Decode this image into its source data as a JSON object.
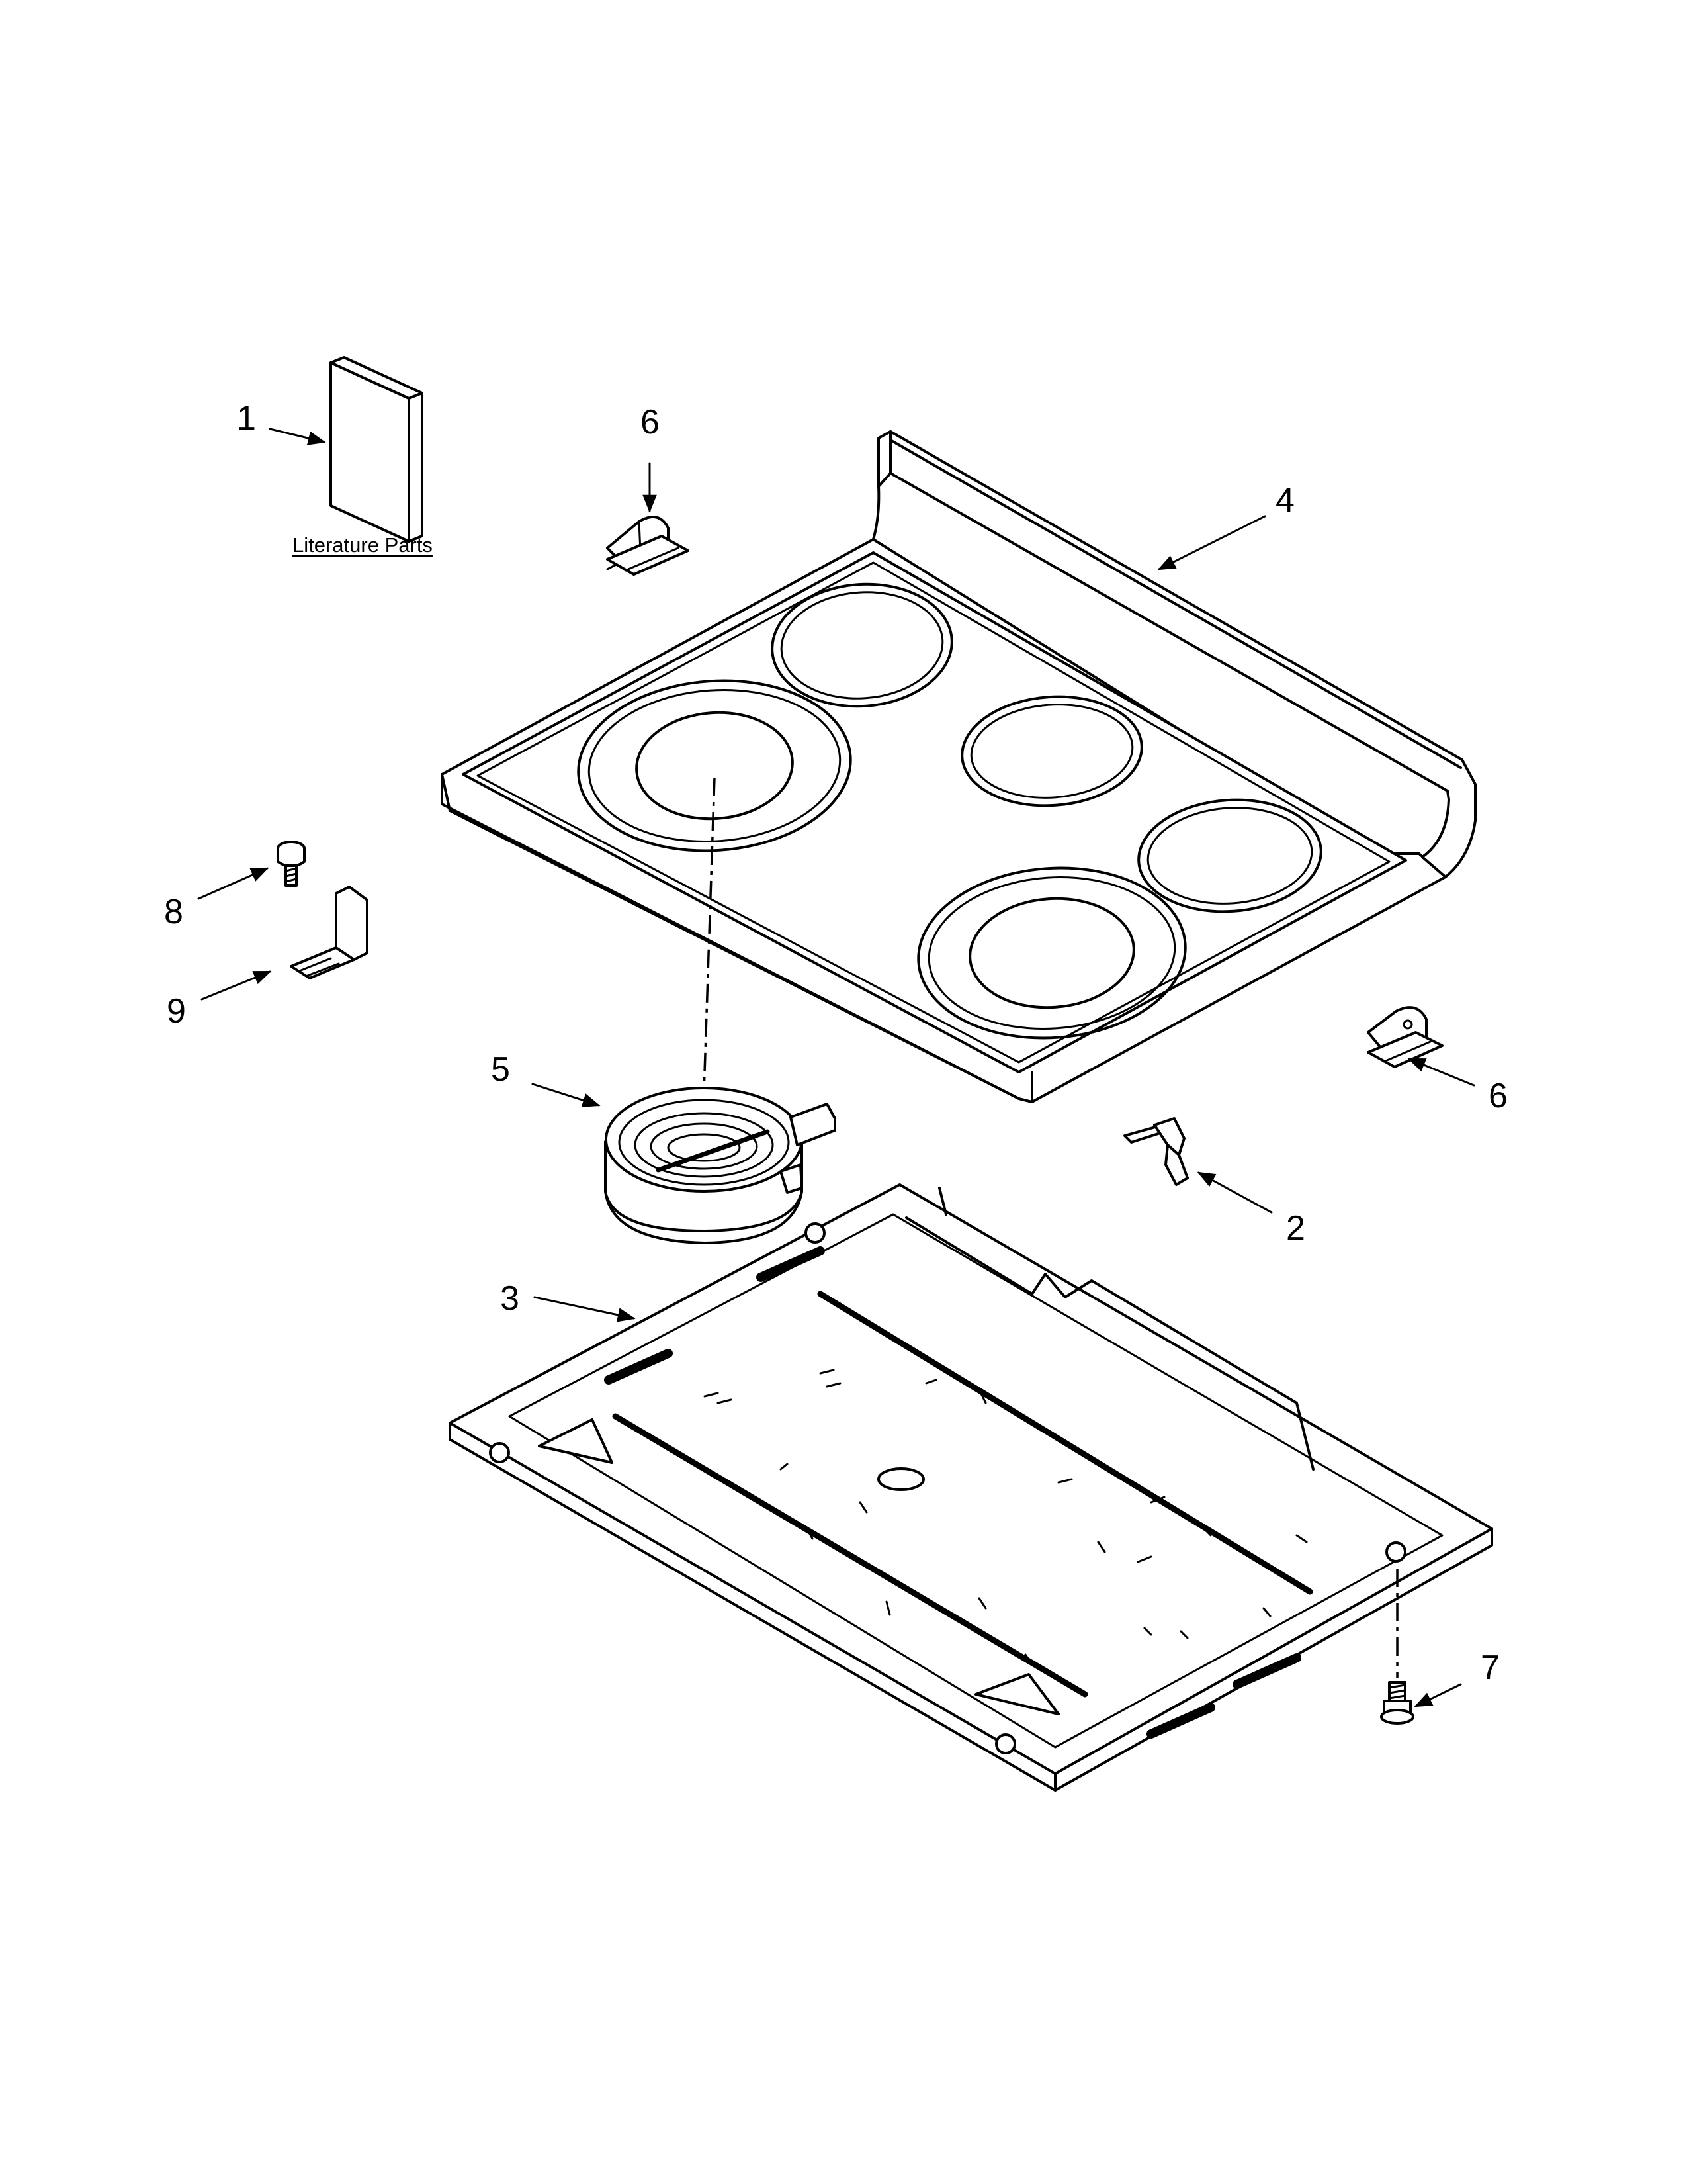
{
  "literature_label": "Literature Parts",
  "callouts": {
    "c1": "1",
    "c2": "2",
    "c3": "3",
    "c4": "4",
    "c5": "5",
    "c6a": "6",
    "c6b": "6",
    "c7": "7",
    "c8": "8",
    "c9": "9"
  }
}
